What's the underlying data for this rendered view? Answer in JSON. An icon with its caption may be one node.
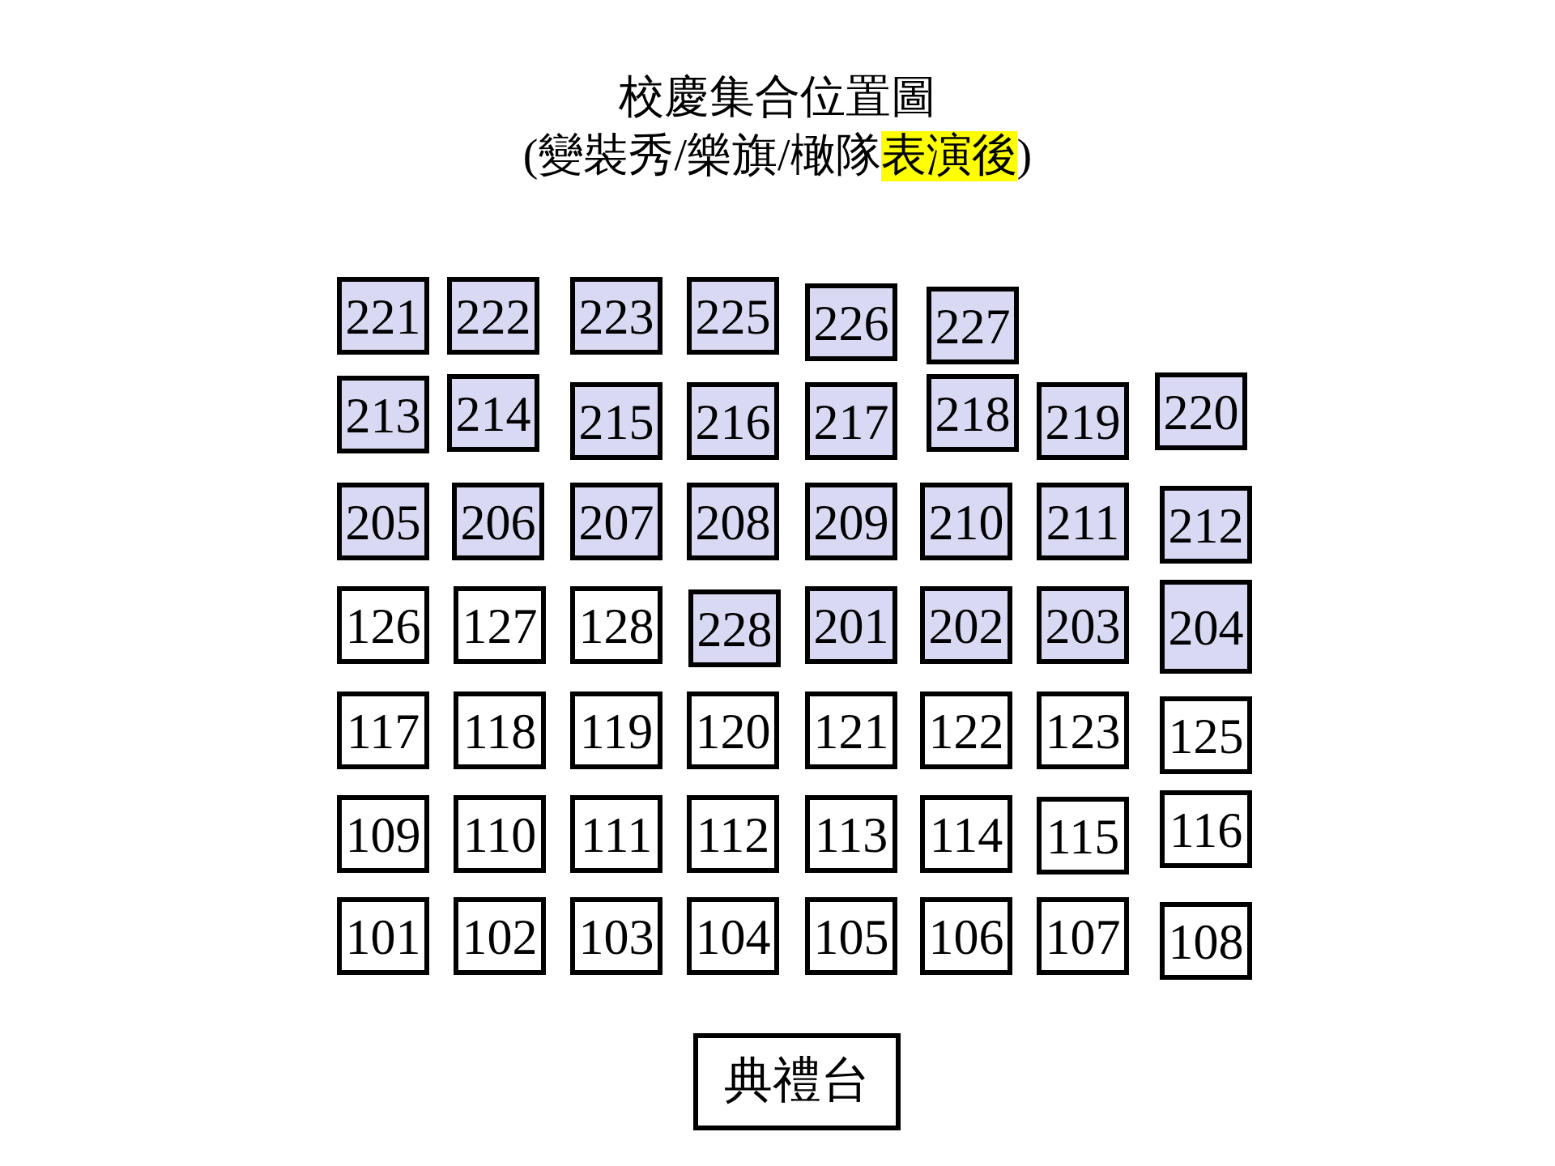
{
  "diagram": {
    "title": "校慶集合位置圖",
    "nodes": [
      {
        "text": [
          "221"
        ]
      },
      {
        "text": [
          "222"
        ]
      },
      {
        "text": [
          "223"
        ]
      },
      {
        "text": [
          "225"
        ]
      },
      {
        "text": [
          "226"
        ]
      },
      {
        "text": [
          "227"
        ]
      },
      {
        "text": [
          "213"
        ]
      },
      {
        "text": [
          "214"
        ]
      },
      {
        "text": [
          "215"
        ]
      },
      {
        "text": [
          "216"
        ]
      },
      {
        "text": [
          "217"
        ]
      },
      {
        "text": [
          "218"
        ]
      },
      {
        "text": [
          "219"
        ]
      },
      {
        "text": [
          "220"
        ]
      },
      {
        "text": [
          "205"
        ]
      },
      {
        "text": [
          "206"
        ]
      },
      {
        "text": [
          "207"
        ]
      },
      {
        "text": [
          "208"
        ]
      },
      {
        "text": [
          "209"
        ]
      },
      {
        "text": [
          "210"
        ]
      },
      {
        "text": [
          "211"
        ]
      },
      {
        "text": [
          "212"
        ]
      },
      {
        "text": [
          "126"
        ]
      },
      {
        "text": [
          "127"
        ]
      },
      {
        "text": [
          "128"
        ]
      },
      {
        "text": [
          "228"
        ]
      },
      {
        "text": [
          "201"
        ]
      },
      {
        "text": [
          "202"
        ]
      },
      {
        "text": [
          "203"
        ]
      },
      {
        "text": [
          "204"
        ]
      },
      {
        "text": [
          "117"
        ]
      },
      {
        "text": [
          "118"
        ]
      },
      {
        "text": [
          "119"
        ]
      },
      {
        "text": [
          "120"
        ]
      },
      {
        "text": [
          "121"
        ]
      },
      {
        "text": [
          "122"
        ]
      },
      {
        "text": [
          "123"
        ]
      },
      {
        "text": [
          "125"
        ]
      },
      {
        "text": [
          "109"
        ]
      },
      {
        "text": [
          "110"
        ]
      },
      {
        "text": [
          "111"
        ]
      },
      {
        "text": [
          "112"
        ]
      },
      {
        "text": [
          "113"
        ]
      },
      {
        "text": [
          "114"
        ]
      },
      {
        "text": [
          "115"
        ]
      },
      {
        "text": [
          "116"
        ]
      },
      {
        "text": [
          "101"
        ]
      },
      {
        "text": [
          "102"
        ]
      },
      {
        "text": [
          "103"
        ]
      },
      {
        "text": [
          "104"
        ]
      },
      {
        "text": [
          "105"
        ]
      },
      {
        "text": [
          "106"
        ]
      },
      {
        "text": [
          "107"
        ]
      },
      {
        "text": [
          "108"
        ]
      },
      {
        "text": [
          "典禮台"
        ]
      }
    ],
    "labels": [
      "(變裝秀/樂旗/橄隊",
      "表演後",
      ")"
    ]
  }
}
